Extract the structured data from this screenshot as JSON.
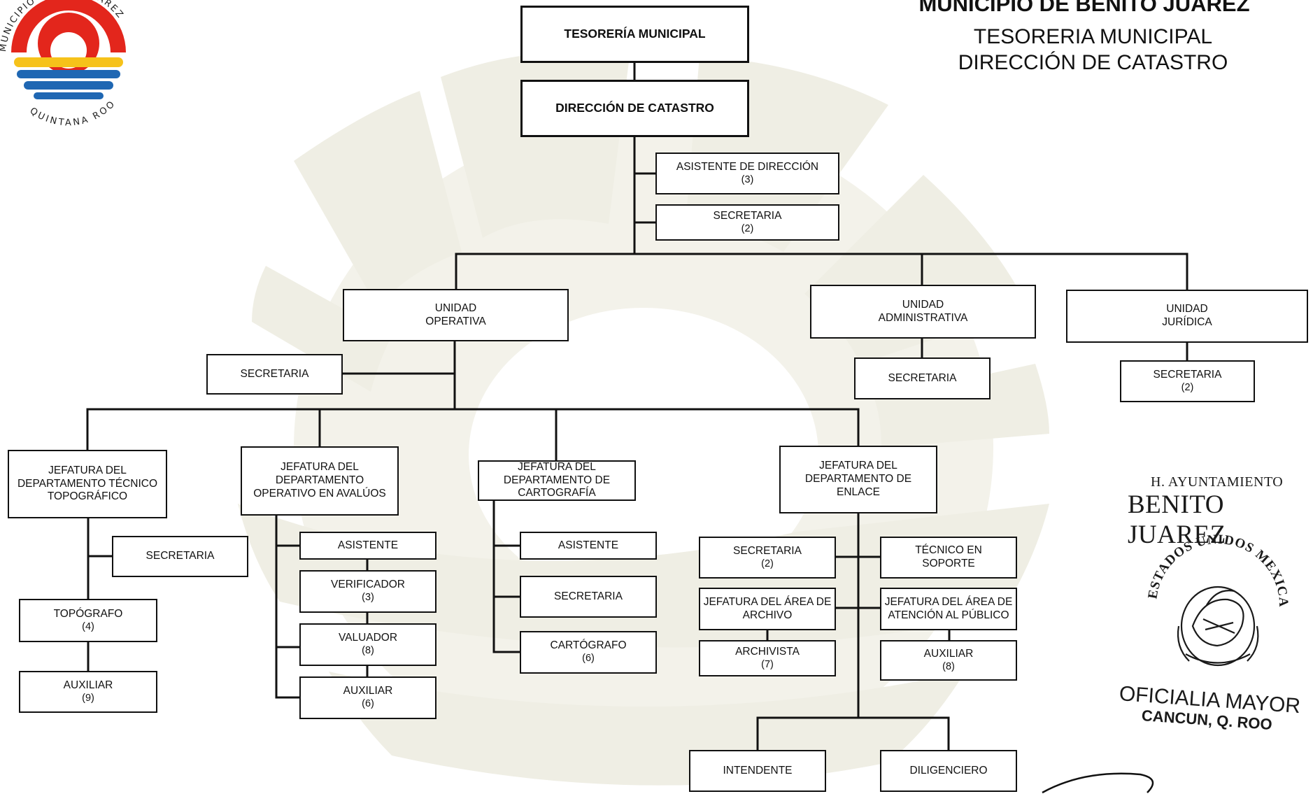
{
  "header": {
    "line1": "MUNICIPIO DE BENITO JUÁREZ",
    "line2": "TESORERIA MUNICIPAL",
    "line3": "DIRECCIÓN DE CATASTRO"
  },
  "logo": {
    "top_text": "MUNICIPIO BENITO JUÁREZ",
    "bottom_text": "QUINTANA ROO"
  },
  "stamp": {
    "line1": "H. AYUNTAMIENTO",
    "line2": "BENITO JUAREZ",
    "seal_text": "ESTADOS UNIDOS MEXICANOS",
    "line3": "OFICIALIA MAYOR",
    "line4": "CANCUN, Q. ROO"
  },
  "colors": {
    "lines": "#111111",
    "watermark": "#efeee4",
    "logo_red": "#e3261c",
    "logo_yellow": "#f6c21a",
    "logo_blue": "#1f67b3"
  },
  "nodes": {
    "tesoreria": {
      "label": "TESORERÍA MUNICIPAL",
      "count": ""
    },
    "direccion": {
      "label": "DIRECCIÓN DE CATASTRO",
      "count": ""
    },
    "asistente_dir": {
      "label": "ASISTENTE DE DIRECCIÓN",
      "count": "(3)"
    },
    "secretaria_dir": {
      "label": "SECRETARIA",
      "count": "(2)"
    },
    "unidad_operativa": {
      "label": "UNIDAD\nOPERATIVA",
      "count": ""
    },
    "unidad_administrativa": {
      "label": "UNIDAD\nADMINISTRATIVA",
      "count": ""
    },
    "unidad_juridica": {
      "label": "UNIDAD\nJURÍDICA",
      "count": ""
    },
    "secretaria_op": {
      "label": "SECRETARIA",
      "count": ""
    },
    "secretaria_adm": {
      "label": "SECRETARIA",
      "count": ""
    },
    "secretaria_jur": {
      "label": "SECRETARIA",
      "count": "(2)"
    },
    "jef_topografico": {
      "label": "JEFATURA DEL\nDEPARTAMENTO TÉCNICO\nTOPOGRÁFICO",
      "count": ""
    },
    "jef_avaluos": {
      "label": "JEFATURA DEL\nDEPARTAMENTO\nOPERATIVO EN AVALÚOS",
      "count": ""
    },
    "jef_cartografia": {
      "label": "JEFATURA DEL\nDEPARTAMENTO DE\nCARTOGRAFÍA",
      "count": ""
    },
    "jef_enlace": {
      "label": "JEFATURA DEL\nDEPARTAMENTO DE\nENLACE",
      "count": ""
    },
    "secretaria_topo": {
      "label": "SECRETARIA",
      "count": ""
    },
    "topografo": {
      "label": "TOPÓGRAFO",
      "count": "(4)"
    },
    "auxiliar_topo": {
      "label": "AUXILIAR",
      "count": "(9)"
    },
    "asistente_av": {
      "label": "ASISTENTE",
      "count": ""
    },
    "verificador": {
      "label": "VERIFICADOR",
      "count": "(3)"
    },
    "valuador": {
      "label": "VALUADOR",
      "count": "(8)"
    },
    "auxiliar_av": {
      "label": "AUXILIAR",
      "count": "(6)"
    },
    "asistente_carto": {
      "label": "ASISTENTE",
      "count": ""
    },
    "secretaria_carto": {
      "label": "SECRETARIA",
      "count": ""
    },
    "cartografo": {
      "label": "CARTÓGRAFO",
      "count": "(6)"
    },
    "secretaria_enl": {
      "label": "SECRETARIA",
      "count": "(2)"
    },
    "tecnico_soporte": {
      "label": "TÉCNICO EN\nSOPORTE",
      "count": ""
    },
    "jef_archivo": {
      "label": "JEFATURA DEL ÁREA DE\nARCHIVO",
      "count": ""
    },
    "jef_atencion": {
      "label": "JEFATURA DEL ÁREA DE\nATENCIÓN AL PÚBLICO",
      "count": ""
    },
    "archivista": {
      "label": "ARCHIVISTA",
      "count": "(7)"
    },
    "auxiliar_enl": {
      "label": "AUXILIAR",
      "count": "(8)"
    },
    "intendente": {
      "label": "INTENDENTE",
      "count": ""
    },
    "diligenciero": {
      "label": "DILIGENCIERO",
      "count": ""
    }
  }
}
